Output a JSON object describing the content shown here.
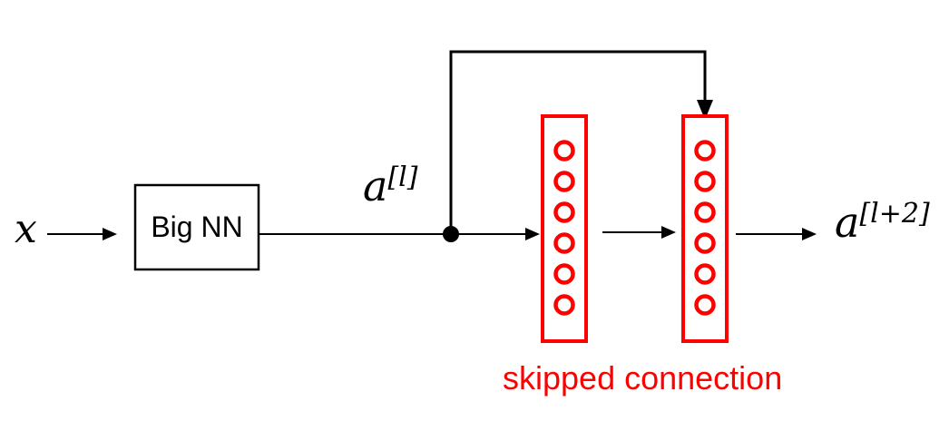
{
  "diagram": {
    "labels": {
      "input": "x",
      "big_nn": "Big NN",
      "activation_base": "a",
      "activation_sup": "[l]",
      "output_base": "a",
      "output_sup": "[l+2]",
      "skip_caption": "skipped connection"
    },
    "colors": {
      "red": "#ff0000",
      "black": "#000000",
      "background": "#ffffff"
    },
    "layers": {
      "count": 2,
      "neurons_per_layer": 6
    }
  }
}
